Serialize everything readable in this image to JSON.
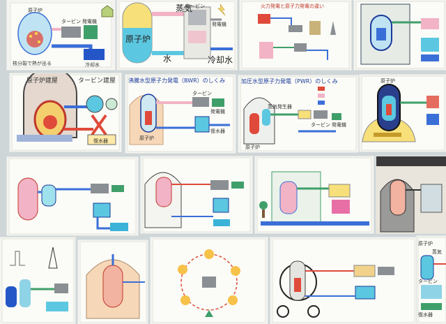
{
  "tiles": [
    {
      "id": "t1",
      "labels": [
        "原子炉",
        "タービン",
        "発電機",
        "冷却水",
        "核分裂で熱が出る"
      ]
    },
    {
      "id": "t2",
      "labels": [
        "原子炉",
        "蒸気",
        "タービン",
        "発電機",
        "水",
        "冷却水"
      ]
    },
    {
      "id": "t3",
      "labels": [
        "火力発電と原子力発電の違い"
      ]
    },
    {
      "id": "t5",
      "labels": [
        "原子炉建屋",
        "タービン建屋",
        "復水器"
      ]
    },
    {
      "id": "t6",
      "labels": [
        "沸騰水型原子力発電（BWR）のしくみ",
        "原子炉",
        "タービン",
        "発電機",
        "復水器"
      ]
    },
    {
      "id": "t7",
      "labels": [
        "加圧水型原子力発電（PWR）のしくみ",
        "原子炉",
        "蒸気発生器",
        "タービン",
        "発電機"
      ]
    },
    {
      "id": "t8",
      "labels": [
        "原子炉"
      ]
    },
    {
      "id": "t17",
      "labels": [
        "原子炉",
        "蒸気",
        "タービン",
        "復水器"
      ]
    }
  ],
  "colors": {
    "page": "#cfd6d8",
    "tile": "#f4f5f2",
    "reactor_blue": "#3a6fd8",
    "reactor_red": "#e04a3a",
    "steam_pink": "#f2b3c6",
    "water_cyan": "#5cc7e0",
    "turbine_gray": "#8a8f93",
    "pipe_green": "#3f9f6a",
    "tank_yellow": "#f7e07a",
    "title_blue": "#1a3a9a"
  },
  "icons": [
    "reactor-vessel-icon",
    "turbine-icon",
    "generator-icon",
    "condenser-icon",
    "lightning-icon",
    "house-icon",
    "tree-icon"
  ]
}
